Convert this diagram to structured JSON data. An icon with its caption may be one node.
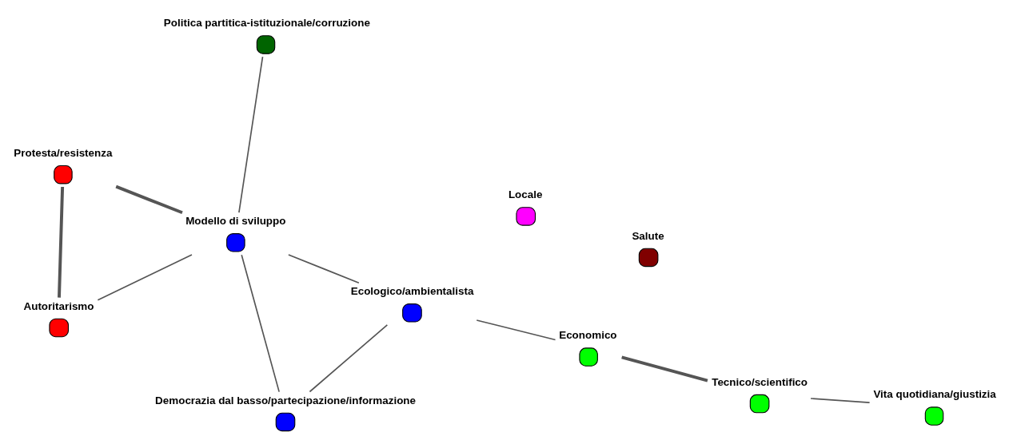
{
  "diagram": {
    "nodes": [
      {
        "text": [
          "Autoritarismo"
        ]
      },
      {
        "text": [
          "Locale"
        ]
      },
      {
        "text": [
          "Protesta/resistenza"
        ]
      },
      {
        "text": [
          "Democrazia dal basso/partecipazione/informazione"
        ]
      },
      {
        "text": [
          "Modello di sviluppo"
        ]
      },
      {
        "text": [
          "Vita quotidiana/giustizia"
        ]
      },
      {
        "text": [
          "Tecnico/scientifico"
        ]
      },
      {
        "text": [
          "Ecologico/ambientalista"
        ]
      },
      {
        "text": [
          "Economico"
        ]
      },
      {
        "text": [
          "Politica partitica-istituzionale/corruzione"
        ]
      },
      {
        "text": [
          "Salute"
        ]
      }
    ],
    "edges": [
      {
        "from": 0,
        "to": 2,
        "arrow": "none",
        "style": "thick"
      },
      {
        "from": 0,
        "to": 4,
        "arrow": "none"
      },
      {
        "from": 2,
        "to": 4,
        "arrow": "none",
        "style": "thick"
      },
      {
        "from": 4,
        "to": 3,
        "arrow": "none"
      },
      {
        "from": 7,
        "to": 3,
        "arrow": "none"
      },
      {
        "from": 7,
        "to": 4,
        "arrow": "none"
      },
      {
        "from": 4,
        "to": 9,
        "arrow": "none"
      },
      {
        "from": 8,
        "to": 7,
        "arrow": "none"
      },
      {
        "from": 6,
        "to": 8,
        "arrow": "none",
        "style": "thick"
      },
      {
        "from": 5,
        "to": 6,
        "arrow": "none"
      }
    ]
  }
}
